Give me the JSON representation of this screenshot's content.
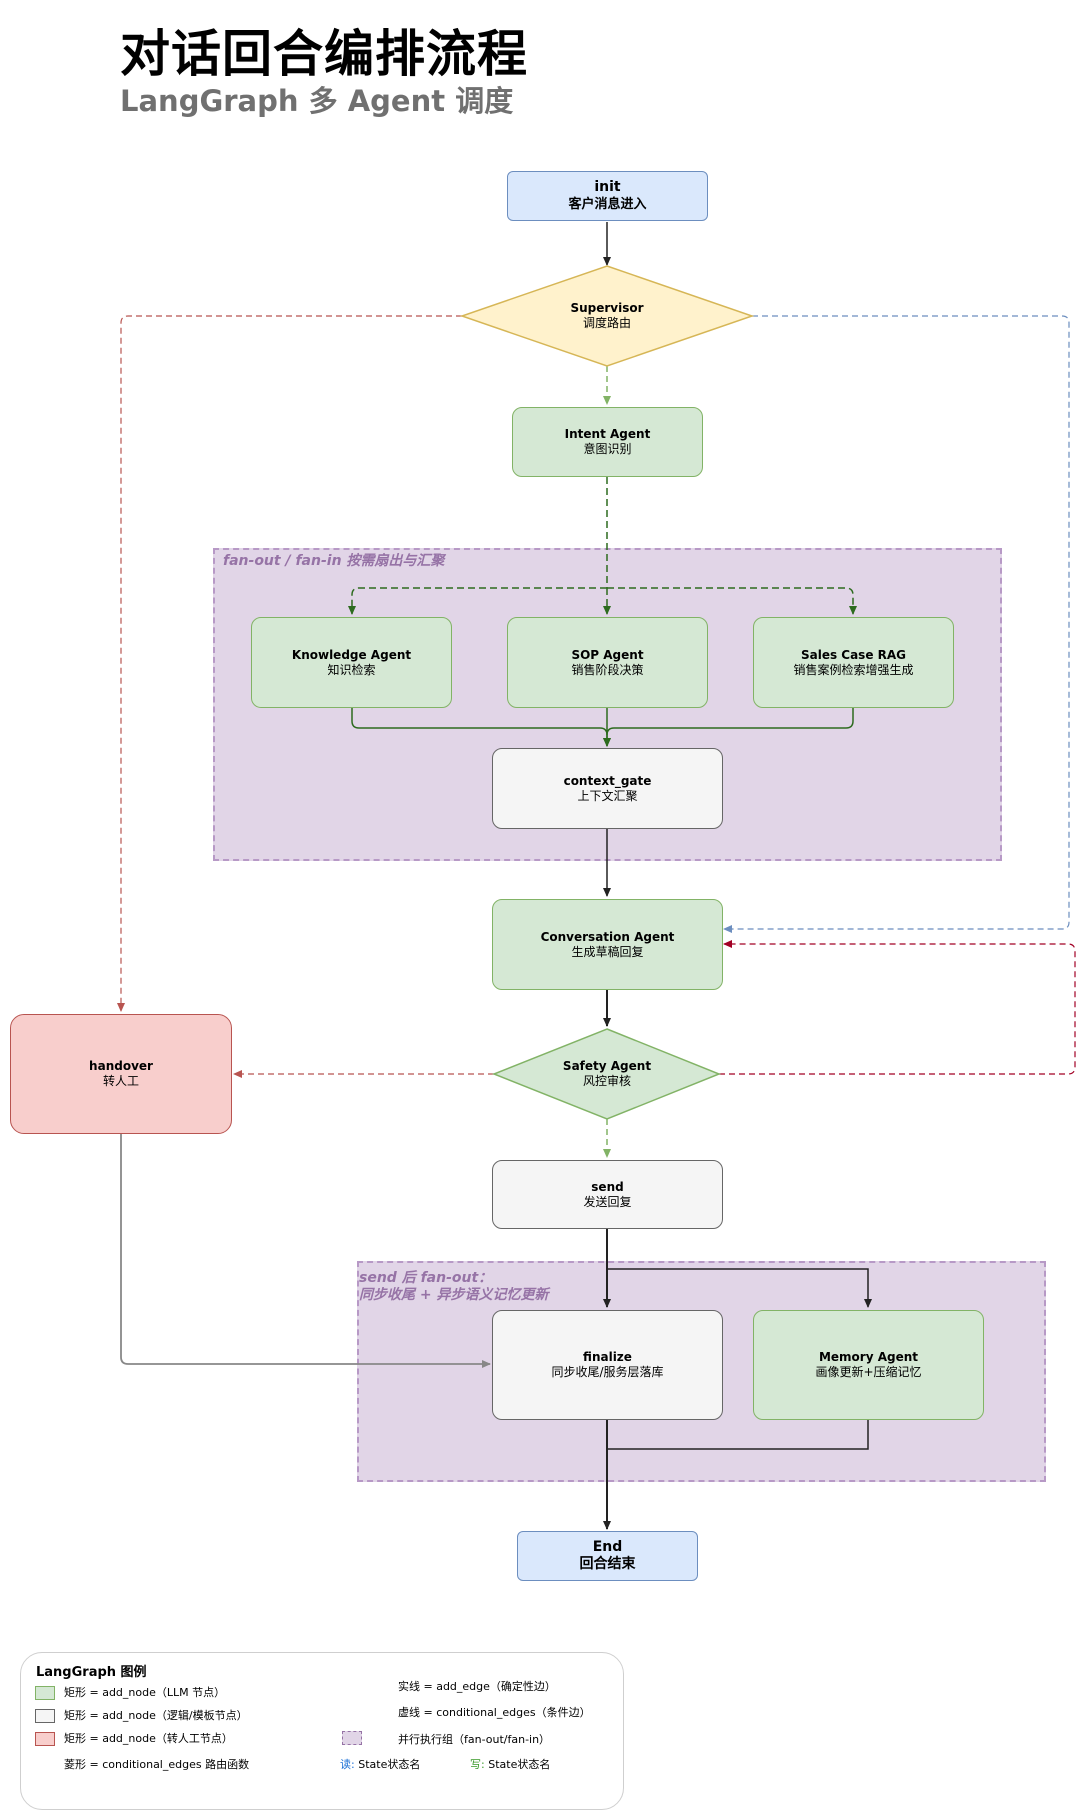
{
  "header": {
    "title": "对话回合编排流程",
    "subtitle": "LangGraph 多 Agent 调度"
  },
  "groups": {
    "fanout": "fan-out / fan-in 按需扇出与汇聚",
    "send_line1": "send 后 fan-out：",
    "send_line2": "同步收尾 + 异步语义记忆更新"
  },
  "nodes": {
    "init": {
      "title": "init",
      "sub": "客户消息进入"
    },
    "supervisor": {
      "title": "Supervisor",
      "sub": "调度路由"
    },
    "intent": {
      "title": "Intent Agent",
      "sub": "意图识别"
    },
    "knowledge": {
      "title": "Knowledge Agent",
      "sub": "知识检索"
    },
    "sop": {
      "title": "SOP Agent",
      "sub": "销售阶段决策"
    },
    "sales_rag": {
      "title": "Sales Case RAG",
      "sub": "销售案例检索增强生成"
    },
    "context_gate": {
      "title": "context_gate",
      "sub": "上下文汇聚"
    },
    "conversation": {
      "title": "Conversation Agent",
      "sub": "生成草稿回复"
    },
    "safety": {
      "title": "Safety Agent",
      "sub": "风控审核"
    },
    "handover": {
      "title": "handover",
      "sub": "转人工"
    },
    "send": {
      "title": "send",
      "sub": "发送回复"
    },
    "finalize": {
      "title": "finalize",
      "sub": "同步收尾/服务层落库"
    },
    "memory": {
      "title": "Memory Agent",
      "sub": "画像更新+压缩记忆"
    },
    "end": {
      "title": "End",
      "sub": "回合结束"
    }
  },
  "legend": {
    "title": "LangGraph 图例",
    "llm_node": "矩形 = add_node（LLM 节点）",
    "logic_node": "矩形 = add_node（逻辑/模板节点）",
    "human_node": "矩形 = add_node（转人工节点）",
    "diamond": "菱形 = conditional_edges 路由函数",
    "solid": "实线 = add_edge（确定性边）",
    "dashed": "虚线 = conditional_edges（条件边）",
    "parallel": "并行执行组（fan-out/fan-in）",
    "read_prefix": "读:",
    "read_text": "State状态名",
    "write_prefix": "写:",
    "write_text": "State状态名"
  },
  "colors": {
    "llm": "#d5e8d4",
    "logic": "#f5f5f5",
    "human": "#f8cecc",
    "terminal": "#dae8fc",
    "router": "#fff2cc",
    "group": "#e1d5e7",
    "edge_green": "#82b366",
    "edge_dark": "#333333",
    "edge_red": "#b85450",
    "edge_blue": "#6c8ebf"
  }
}
